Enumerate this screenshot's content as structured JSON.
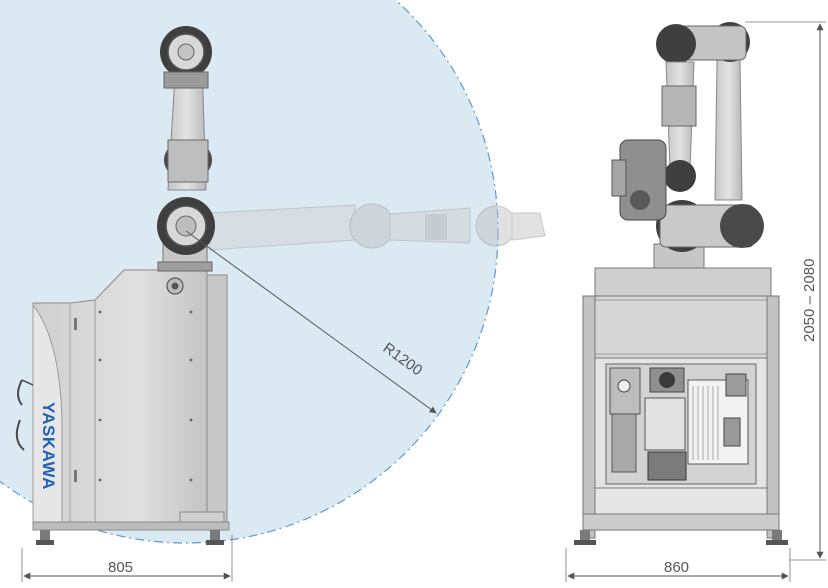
{
  "drawing": {
    "reach_radius_label": "R1200",
    "width_side_label": "805",
    "width_front_label": "860",
    "height_label": "2050 – 2080",
    "brand_logo": "YASKAWA"
  },
  "colors": {
    "reach_zone": "#dbe9f3",
    "reach_edge": "#4a8fc2",
    "robot_body": "#d3d3d3",
    "robot_dark": "#3c3c3c",
    "cabinet": "#d7d7d7",
    "brand": "#1f63b6"
  }
}
